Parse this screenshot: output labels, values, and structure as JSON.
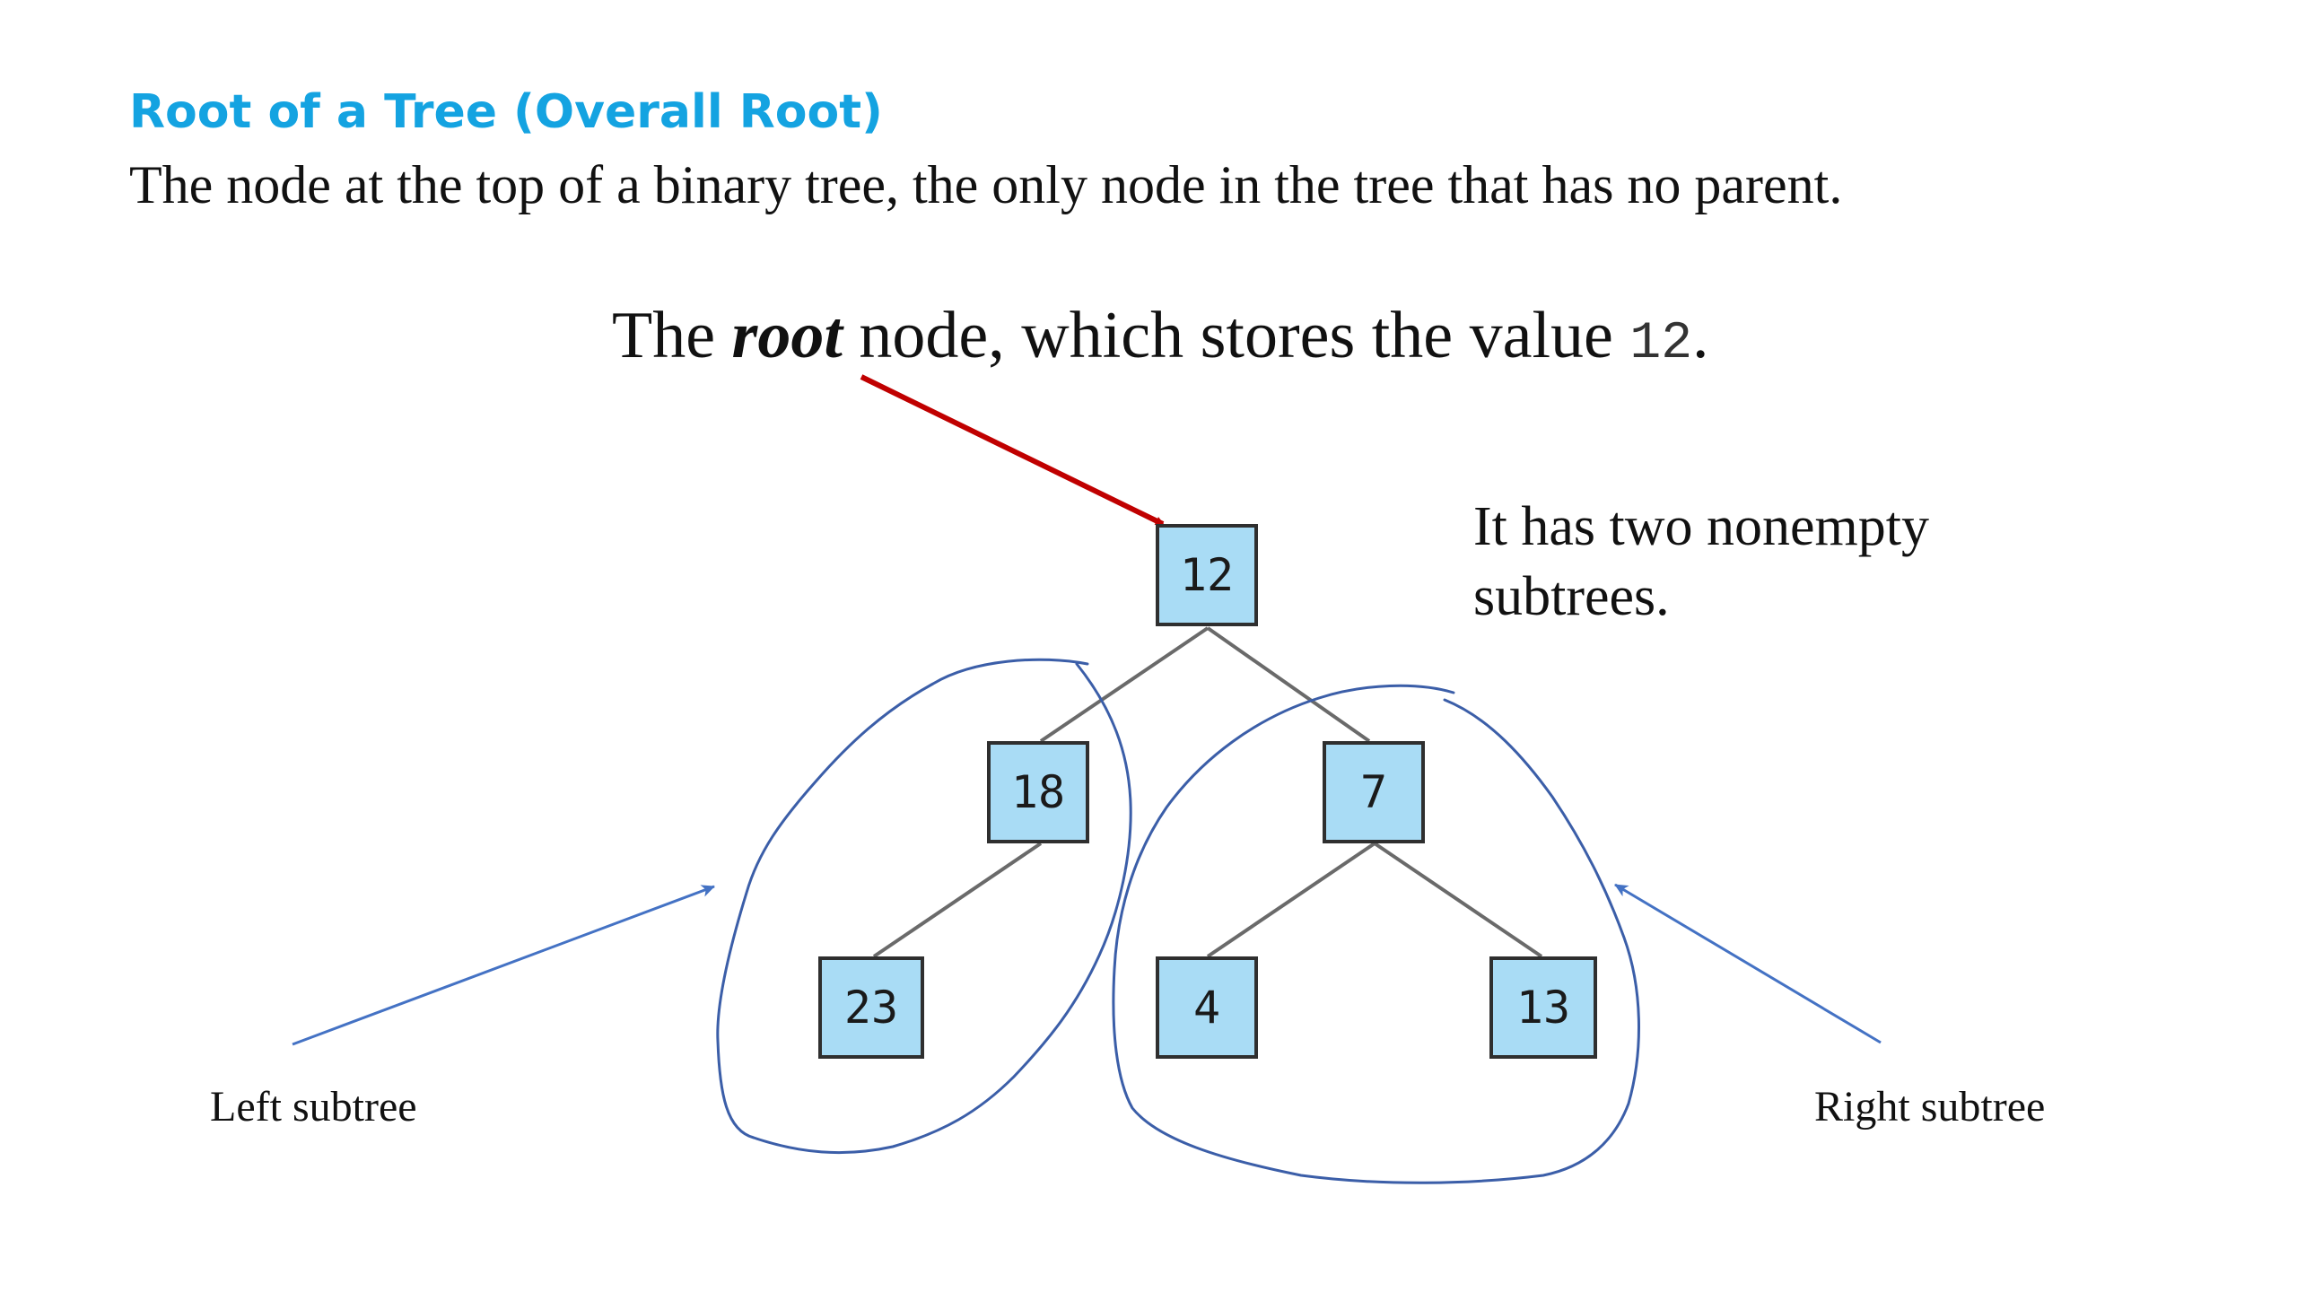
{
  "slide": {
    "heading": "Root of a Tree (Overall Root)",
    "definition": "The node at the top of a binary tree, the only node in the tree that has no parent.",
    "caption": {
      "before": "The ",
      "emphasis": "root",
      "middle": " node, which stores the value ",
      "value": "12",
      "end": "."
    },
    "note_lines": [
      "It has two nonempty",
      "subtrees."
    ],
    "left_label": "Left subtree",
    "right_label": "Right subtree"
  },
  "tree": {
    "root": "12",
    "left_child": "18",
    "right_child": "7",
    "left_left": "23",
    "right_left": "4",
    "right_right": "13"
  },
  "colors": {
    "heading": "#14a3e1",
    "node_fill": "#a9dcf5",
    "root_arrow": "#c00000",
    "subtree_outline": "#3b5ea8",
    "pointer_arrow": "#4472c4"
  }
}
